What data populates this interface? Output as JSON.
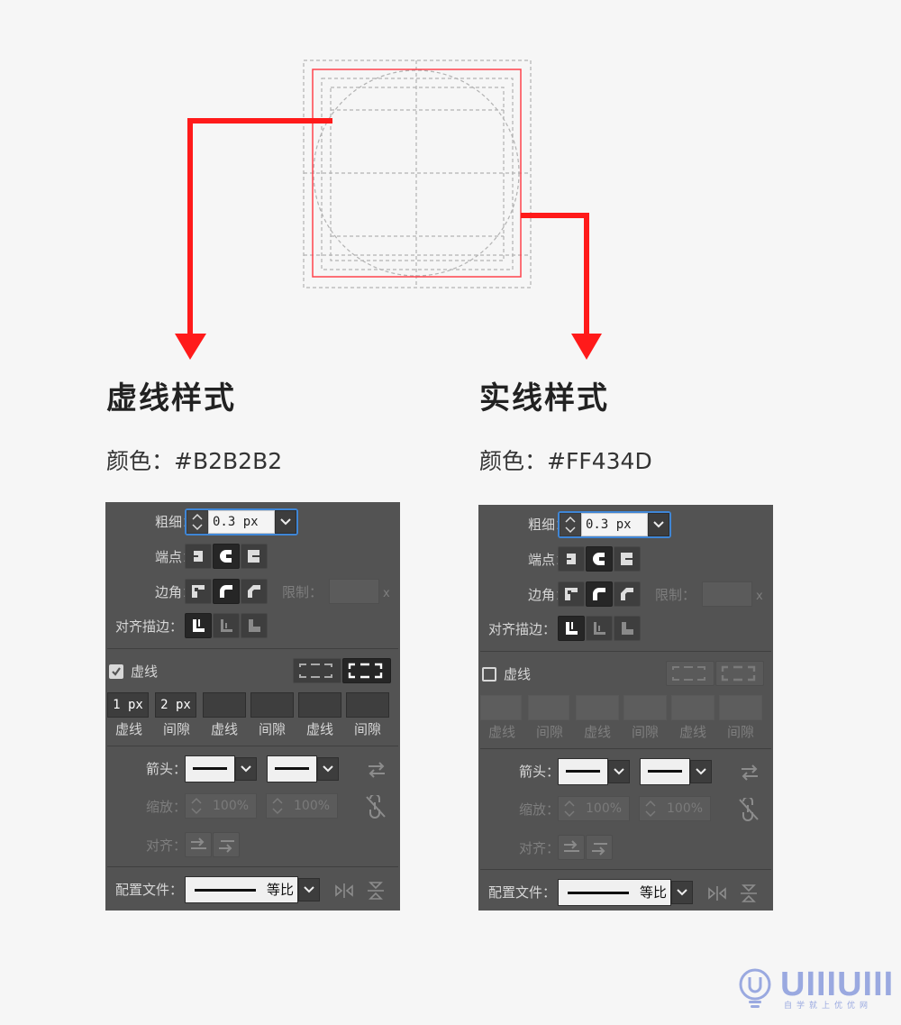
{
  "left": {
    "heading": "虚线样式",
    "color_label": "颜色：",
    "color_value": "#B2B2B2"
  },
  "right": {
    "heading": "实线样式",
    "color_label": "颜色：",
    "color_value": "#FF434D"
  },
  "colors": {
    "dashed_guide": "#B2B2B2",
    "solid_guide": "#FF434D",
    "arrow": "#FF1A1A",
    "panel_bg": "#535353",
    "brand": "#9AA9E0"
  },
  "panel": {
    "weight_label": "粗细：",
    "weight_value": "0.3 px",
    "cap_label": "端点：",
    "corner_label": "边角：",
    "limit_label": "限制：",
    "limit_suffix": "x",
    "align_label": "对齐描边：",
    "dashed_label": "虚线",
    "arrowheads_label": "箭头：",
    "scale_label": "缩放：",
    "scale_start": "100%",
    "scale_end": "100%",
    "align_arrows_label": "对齐：",
    "profile_label": "配置文件：",
    "profile_value": "等比",
    "dash_labels": [
      "虚线",
      "间隙",
      "虚线",
      "间隙",
      "虚线",
      "间隙"
    ]
  },
  "left_panel": {
    "dashed_checked": true,
    "dash_values": [
      "1 px",
      "2 px",
      "",
      "",
      "",
      ""
    ]
  },
  "right_panel": {
    "dashed_checked": false,
    "dash_values": [
      "",
      "",
      "",
      "",
      "",
      ""
    ]
  },
  "brand": {
    "name": "UIIIUIII",
    "tagline": "自学就上优优网"
  }
}
